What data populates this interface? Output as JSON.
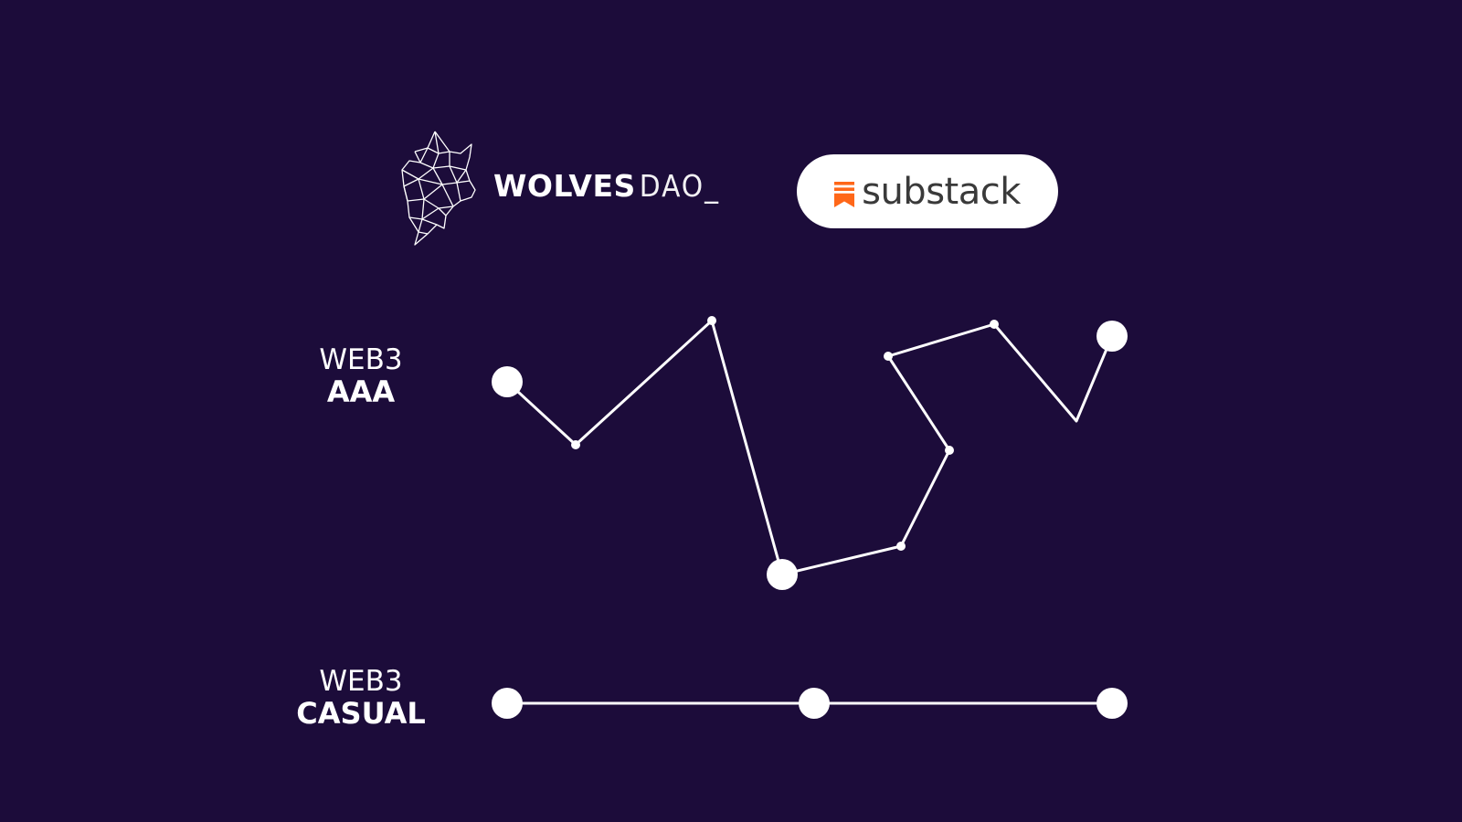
{
  "brand": {
    "wolves_bold": "WOLVES",
    "wolves_light": "DAO_",
    "substack_word": "substack"
  },
  "colors": {
    "background": "#1c0c3a",
    "line": "#ffffff",
    "substack_orange": "#ff6719",
    "substack_text": "#3a3a3a"
  },
  "labels": {
    "aaa_line1": "WEB3",
    "aaa_line2": "AAA",
    "casual_line1": "WEB3",
    "casual_line2": "CASUAL"
  },
  "icons": {
    "wolf": "wolf-head-icon",
    "substack": "substack-bookmark-icon"
  }
}
